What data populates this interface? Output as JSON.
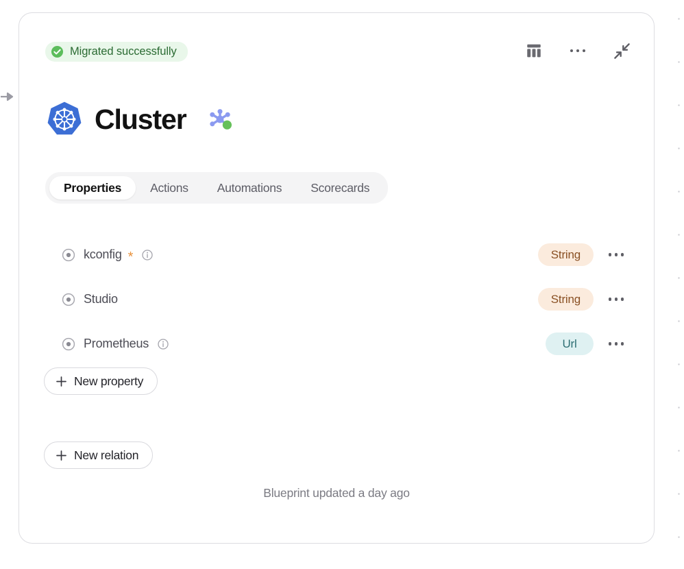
{
  "canvas": {
    "pointer_icon": "arrow-right-pointer-icon"
  },
  "card": {
    "status": {
      "icon": "check-circle-icon",
      "label": "Migrated successfully"
    },
    "header_actions": [
      {
        "name": "table-view-icon",
        "label": "Table view"
      },
      {
        "name": "more-options-icon",
        "label": "More options"
      },
      {
        "name": "collapse-icon",
        "label": "Collapse"
      }
    ],
    "title": {
      "logo_icon": "kubernetes-icon",
      "text": "Cluster",
      "badge_icon": "molecule-graph-icon"
    },
    "tabs": [
      {
        "label": "Properties",
        "active": true
      },
      {
        "label": "Actions",
        "active": false
      },
      {
        "label": "Automations",
        "active": false
      },
      {
        "label": "Scorecards",
        "active": false
      }
    ],
    "properties": [
      {
        "icon": "radio-dot-icon",
        "name": "kconfig",
        "required": true,
        "required_marker": "*",
        "has_info": true,
        "info_icon": "info-icon",
        "type": "String",
        "type_style": "string",
        "menu_icon": "row-more-icon"
      },
      {
        "icon": "radio-dot-icon",
        "name": "Studio",
        "required": false,
        "required_marker": "",
        "has_info": false,
        "info_icon": "info-icon",
        "type": "String",
        "type_style": "string",
        "menu_icon": "row-more-icon"
      },
      {
        "icon": "radio-dot-icon",
        "name": "Prometheus",
        "required": false,
        "required_marker": "",
        "has_info": true,
        "info_icon": "info-icon",
        "type": "Url",
        "type_style": "url",
        "menu_icon": "row-more-icon"
      }
    ],
    "buttons": {
      "new_property": "New property",
      "new_relation": "New relation",
      "plus_icon": "plus-icon"
    },
    "footer_note": "Blueprint updated a day ago"
  },
  "colors": {
    "status_bg": "#e9f7ea",
    "status_text": "#2b6b33",
    "status_check": "#5cbd5c",
    "string_badge_bg": "#fbebdd",
    "string_badge_text": "#8a5124",
    "url_badge_bg": "#dff1f2",
    "url_badge_text": "#2e6f74",
    "required_star": "#e8913c",
    "kubernetes_blue": "#3c6ed5",
    "molecule_node": "#8b9af0",
    "molecule_green": "#66c05a"
  }
}
